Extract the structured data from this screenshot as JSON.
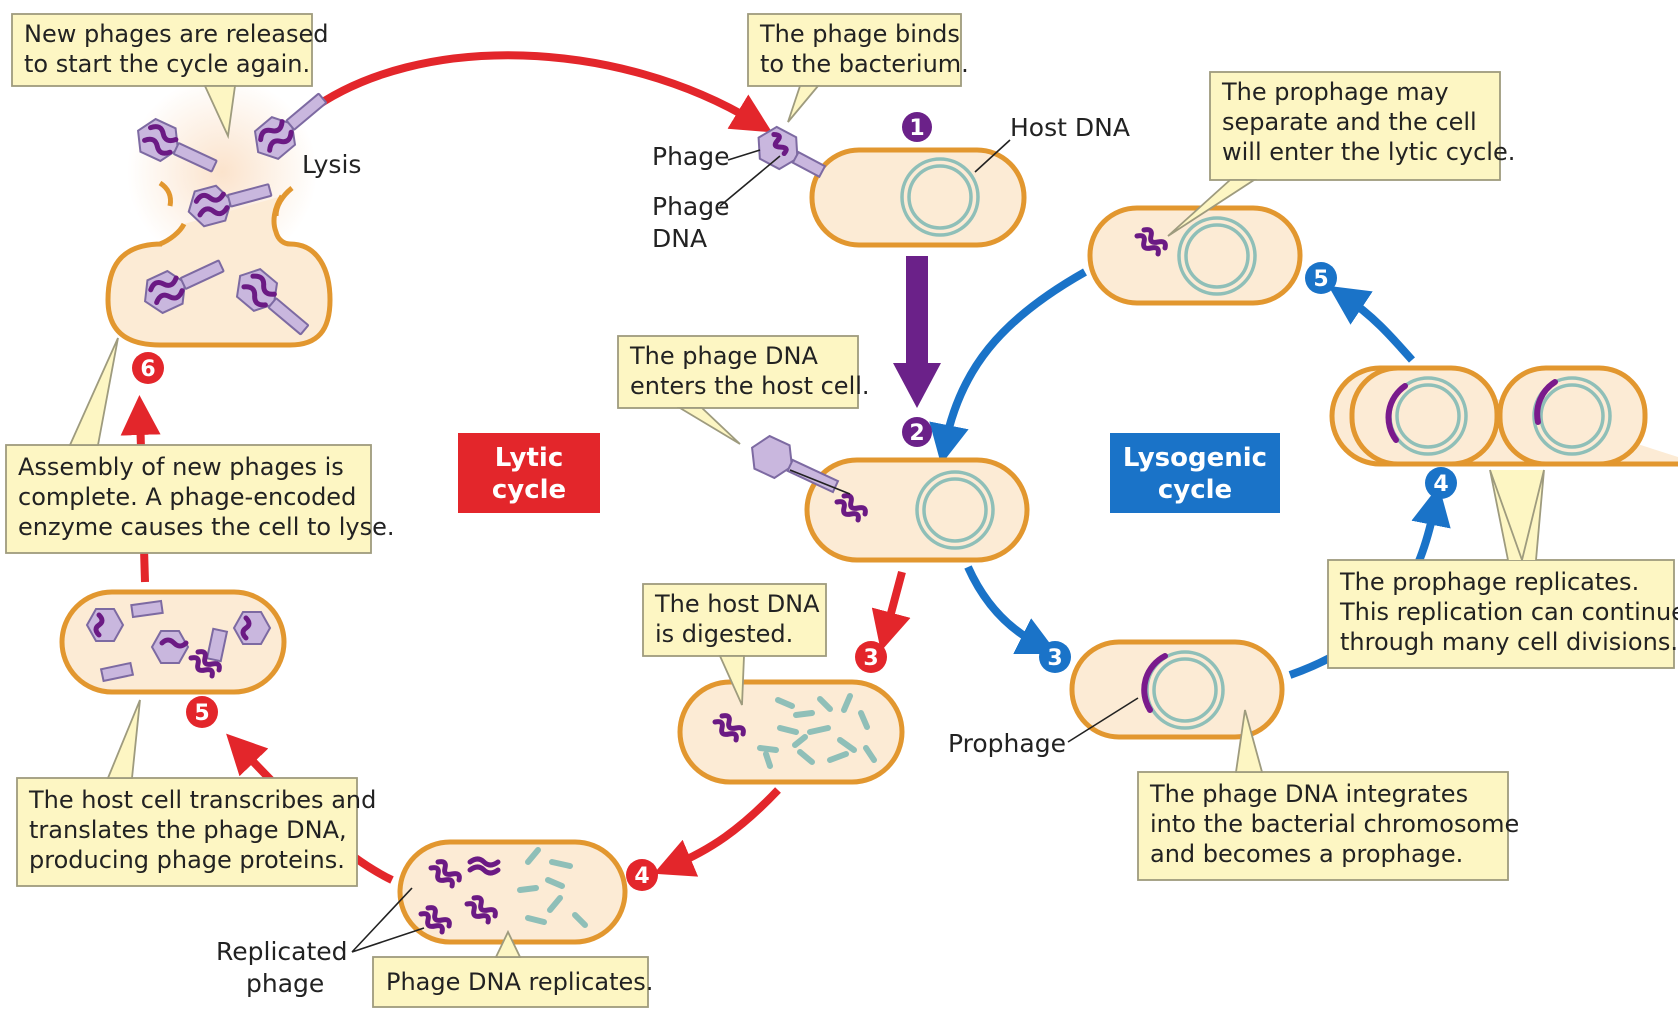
{
  "callouts": {
    "released": [
      "New phages are released",
      "to start the cycle again."
    ],
    "binds": [
      "The phage binds",
      "to the bacterium."
    ],
    "prophage_separate": [
      "The prophage may",
      "separate and the cell",
      "will enter the lytic cycle."
    ],
    "enters": [
      "The phage DNA",
      "enters the host cell."
    ],
    "assembly": [
      "Assembly of new phages is",
      "complete. A phage-encoded",
      "enzyme causes the cell to lyse."
    ],
    "digested": [
      "The host DNA",
      "is digested."
    ],
    "prophage_replicates": [
      "The prophage replicates.",
      "This replication can continue",
      "through many cell divisions."
    ],
    "transcribes": [
      "The host cell transcribes and",
      "translates the phage DNA,",
      "producing phage proteins."
    ],
    "integrates": [
      "The phage DNA integrates",
      "into the bacterial chromosome",
      "and becomes a prophage."
    ],
    "dna_replicates": [
      "Phage DNA replicates."
    ]
  },
  "labels": {
    "lysis": "Lysis",
    "phage": "Phage",
    "phage_dna": [
      "Phage",
      "DNA"
    ],
    "host_dna": "Host DNA",
    "prophage": "Prophage",
    "replicated_phage": [
      "Replicated",
      "phage"
    ]
  },
  "cycles": {
    "lytic": [
      "Lytic",
      "cycle"
    ],
    "lysogenic": [
      "Lysogenic",
      "cycle"
    ]
  },
  "steps": {
    "s1": "1",
    "s2": "2",
    "lytic3": "3",
    "lytic4": "4",
    "lytic5": "5",
    "lytic6": "6",
    "lyso3": "3",
    "lyso4": "4",
    "lyso5": "5"
  },
  "colors": {
    "lytic": "#e3262b",
    "lysogenic": "#1a73c8",
    "phage_dna": "#6b1a84",
    "common": "#6b2189",
    "cell_fill": "#fcebd5",
    "cell_stroke": "#e2972f",
    "callout_fill": "#fdf6c3",
    "host_dna": "#8fbfb8",
    "phage_body": "#c9b7de"
  }
}
